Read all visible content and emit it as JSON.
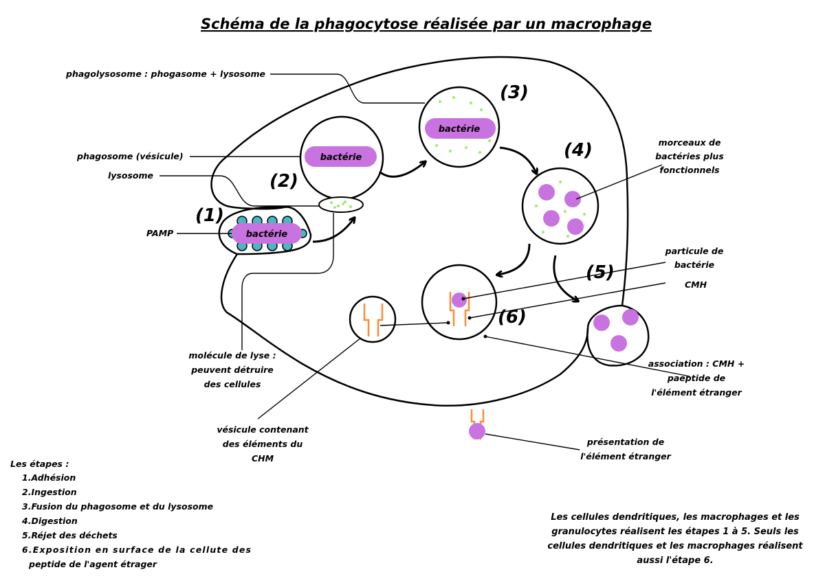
{
  "title": "Schéma de la phagocytose réalisée par un macrophage",
  "colors": {
    "bacteria": "#c873e0",
    "lysosome_dots": "#a8ea78",
    "receptor_teal": "#49b8c5",
    "cmh_orange": "#ff8a33",
    "outline": "#000000"
  },
  "steps_numbers": [
    "(1)",
    "(2)",
    "(3)",
    "(4)",
    "(5)",
    "(6)"
  ],
  "bacteria_label": "bactérie",
  "labels": {
    "phagolysosome": "phagolysosome : phogasome + lysosome",
    "phagosome": "phagosome (vésicule)",
    "lysosome": "lysosome",
    "pamp": "PAMP",
    "lysis_molecule": [
      "molécule de lyse :",
      "peuvent détruire",
      "des cellules"
    ],
    "vesicle": [
      "vésicule contenant",
      "des éléments du",
      "CHM"
    ],
    "fragments": [
      "morceaux de",
      "bactéries plus",
      "fonctionnels"
    ],
    "particle": [
      "particule de",
      "bactérie"
    ],
    "cmh": "CMH",
    "association": [
      "association : CMH +",
      "paeptide de",
      "l'élément étranger"
    ],
    "presentation": [
      "présentation de",
      "l'élément étranger"
    ]
  },
  "steps": {
    "heading": "Les étapes :",
    "items": [
      "1.Adhésion",
      "2.Ingestion",
      "3.Fusion du phagosome et du lysosome",
      "4.Digestion",
      "5.Réjet des déchets",
      "6.Exposition en surface de la cellute des",
      "peptide de l'agent étrager"
    ]
  },
  "note": [
    "Les cellules dendritiques, les macrophages et les",
    "granulocytes réalisent les étapes 1 à 5. Seuls les",
    "cellules dendritiques et les macrophages réalisent",
    "aussi l'étape 6."
  ]
}
